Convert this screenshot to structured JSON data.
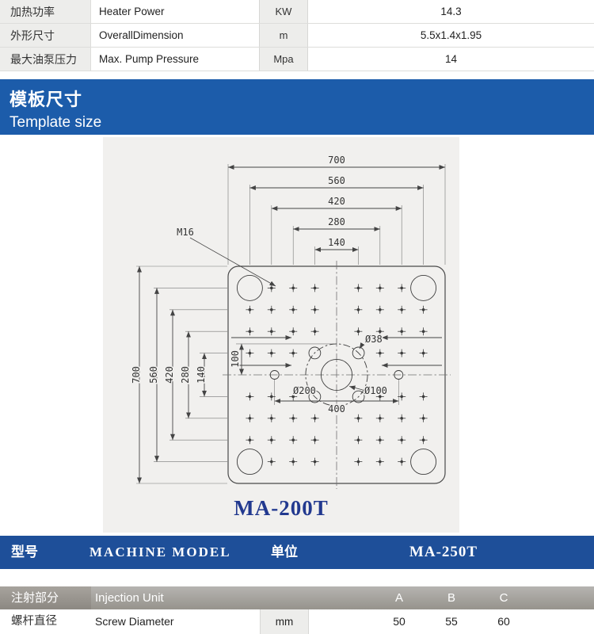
{
  "colors": {
    "section_blue": "#1c5caa",
    "table_blue": "#1e4f99",
    "model_blue": "#22398f",
    "drawing_bg": "#f1f0ee"
  },
  "spec_table": {
    "rows": [
      {
        "cn": "加热功率",
        "en": "Heater Power",
        "unit": "KW",
        "value": "14.3"
      },
      {
        "cn": "外形尺寸",
        "en": "OverallDimension",
        "unit": "m",
        "value": "5.5x1.4x1.95"
      },
      {
        "cn": "最大油泵压力",
        "en": "Max. Pump Pressure",
        "unit": "Mpa",
        "value": "14"
      }
    ]
  },
  "section_header": {
    "title_cn": "模板尺寸",
    "title_en": "Template size"
  },
  "drawing": {
    "model": "MA-200T",
    "thread_label": "M16",
    "top_dims": [
      "700",
      "560",
      "420",
      "280",
      "140"
    ],
    "left_dims": [
      "700",
      "560",
      "420",
      "280",
      "140",
      "100"
    ],
    "dia_labels": [
      "Ø38",
      "Ø200",
      "Ø100"
    ],
    "width_dim": "400"
  },
  "model_header": {
    "cn": "型号",
    "en": "MACHINE MODEL",
    "unit_label": "单位",
    "model": "MA-250T"
  },
  "injection": {
    "cn": "注射部分",
    "en": "Injection Unit",
    "cols": [
      "A",
      "B",
      "C"
    ]
  },
  "screw_row": {
    "cn": "螺杆直径",
    "en": "Screw Diameter",
    "unit": "mm",
    "values": [
      "50",
      "55",
      "60"
    ]
  }
}
